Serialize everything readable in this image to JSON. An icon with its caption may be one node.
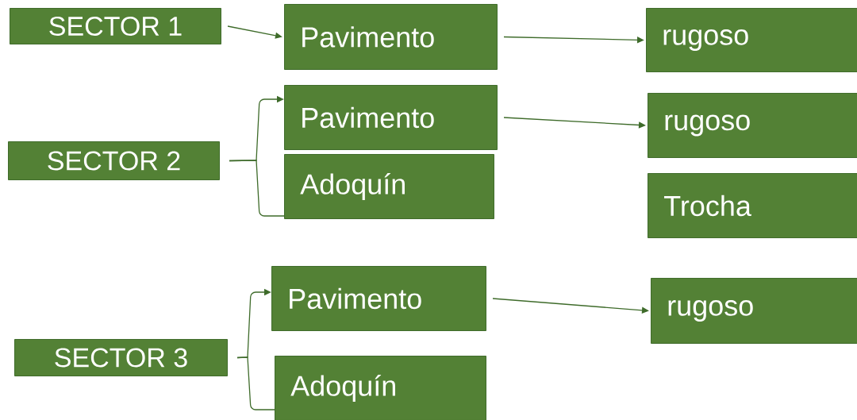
{
  "diagram": {
    "nodes": [
      {
        "text": [
          "SECTOR 1"
        ]
      },
      {
        "text": [
          "Pavimento"
        ]
      },
      {
        "text": [
          "rugoso"
        ]
      },
      {
        "text": [
          "SECTOR 2"
        ]
      },
      {
        "text": [
          "Pavimento"
        ]
      },
      {
        "text": [
          "Adoquín"
        ]
      },
      {
        "text": [
          "rugoso"
        ]
      },
      {
        "text": [
          "Trocha"
        ]
      },
      {
        "text": [
          "SECTOR 3"
        ]
      },
      {
        "text": [
          "Pavimento"
        ]
      },
      {
        "text": [
          "Adoquín"
        ]
      },
      {
        "text": [
          "rugoso"
        ]
      }
    ],
    "edges": [
      {
        "from": 0,
        "to": 1,
        "arrow": "to"
      },
      {
        "from": 1,
        "to": 2,
        "arrow": "to"
      },
      {
        "from": 3,
        "to": 4,
        "arrow": "to"
      },
      {
        "from": 3,
        "to": 5,
        "arrow": "none"
      },
      {
        "from": 4,
        "to": 6,
        "arrow": "to"
      },
      {
        "from": 8,
        "to": 9,
        "arrow": "to"
      },
      {
        "from": 8,
        "to": 10,
        "arrow": "none"
      },
      {
        "from": 9,
        "to": 11,
        "arrow": "to"
      }
    ]
  }
}
